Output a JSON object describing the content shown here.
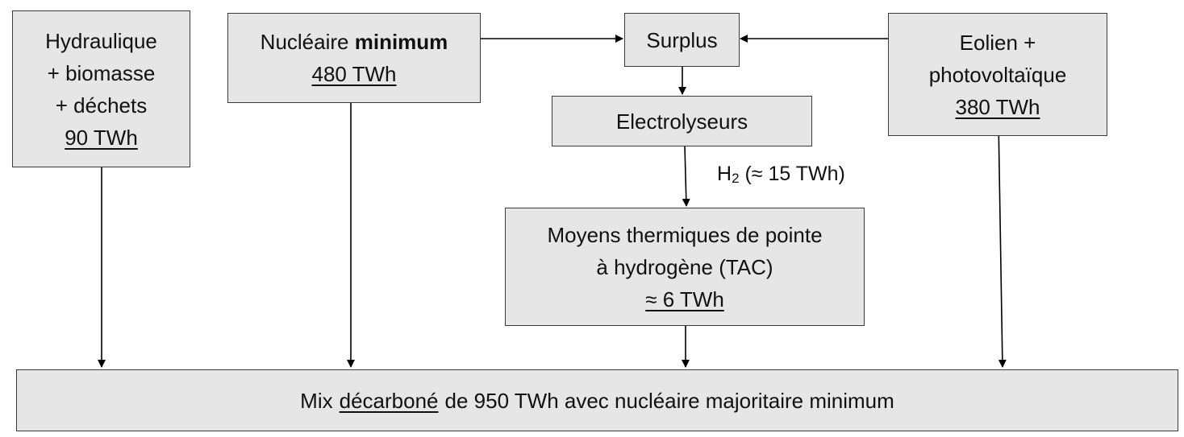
{
  "boxes": {
    "hydro": {
      "line1": "Hydraulique",
      "line2": "+ biomasse",
      "line3": "+ déchets",
      "value": "90 TWh"
    },
    "nuclear": {
      "label": "Nucléaire",
      "emphasis": "minimum",
      "value": "480 TWh"
    },
    "surplus": {
      "label": "Surplus"
    },
    "electrolyseurs": {
      "label": "Electrolyseurs"
    },
    "wind_solar": {
      "line1": "Eolien +",
      "line2": "photovoltaïque",
      "value": "380 TWh"
    },
    "thermal": {
      "line1": "Moyens thermiques de pointe",
      "line2": "à hydrogène (TAC)",
      "value": "≈ 6 TWh"
    },
    "mix": {
      "prefix": "Mix",
      "underlined": "décarboné",
      "suffix": "de 950 TWh avec nucléaire majoritaire minimum"
    }
  },
  "flow_labels": {
    "h2": {
      "symbol": "H",
      "subscript": "2",
      "text": "(≈ 15 TWh)"
    }
  },
  "colors": {
    "box_fill": "#e6e6e6",
    "box_border": "#3a3a3a",
    "arrow": "#000000"
  }
}
